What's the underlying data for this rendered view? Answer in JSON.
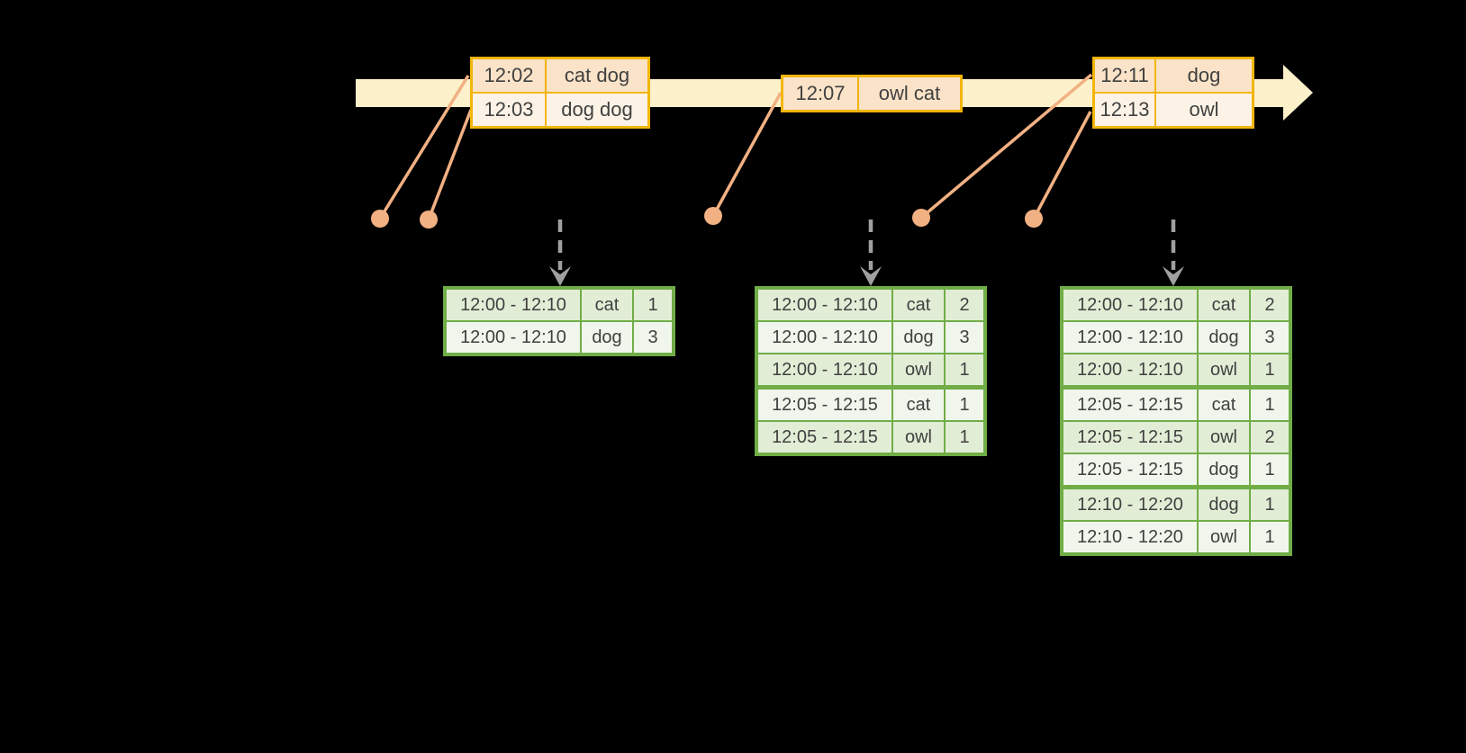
{
  "colors": {
    "background": "#000000",
    "timeline_band": "#FCF1CB",
    "input_border": "#F2B50A",
    "input_row_dark": "#FAE3C8",
    "input_row_light": "#FCF3E6",
    "connector": "#F2B183",
    "result_border": "#70AD47",
    "result_row_dark": "#E2EDD6",
    "result_row_light": "#F1F6EC",
    "trigger_arrow": "#A0A0A0",
    "text": "#404040"
  },
  "input_tables": [
    {
      "name": "input-batch-1",
      "rows": [
        [
          "12:02",
          "cat dog"
        ],
        [
          "12:03",
          "dog dog"
        ]
      ]
    },
    {
      "name": "input-batch-2",
      "rows": [
        [
          "12:07",
          "owl cat"
        ]
      ]
    },
    {
      "name": "input-batch-3",
      "rows": [
        [
          "12:11",
          "dog"
        ],
        [
          "12:13",
          "owl"
        ]
      ]
    }
  ],
  "result_tables": [
    {
      "name": "result-table-1",
      "rows": [
        [
          "12:00 - 12:10",
          "cat",
          "1"
        ],
        [
          "12:00 - 12:10",
          "dog",
          "3"
        ]
      ],
      "group_breaks": []
    },
    {
      "name": "result-table-2",
      "rows": [
        [
          "12:00 - 12:10",
          "cat",
          "2"
        ],
        [
          "12:00 - 12:10",
          "dog",
          "3"
        ],
        [
          "12:00 - 12:10",
          "owl",
          "1"
        ],
        [
          "12:05 - 12:15",
          "cat",
          "1"
        ],
        [
          "12:05 - 12:15",
          "owl",
          "1"
        ]
      ],
      "group_breaks": [
        3
      ]
    },
    {
      "name": "result-table-3",
      "rows": [
        [
          "12:00 - 12:10",
          "cat",
          "2"
        ],
        [
          "12:00 - 12:10",
          "dog",
          "3"
        ],
        [
          "12:00 - 12:10",
          "owl",
          "1"
        ],
        [
          "12:05 - 12:15",
          "cat",
          "1"
        ],
        [
          "12:05 - 12:15",
          "owl",
          "2"
        ],
        [
          "12:05 - 12:15",
          "dog",
          "1"
        ],
        [
          "12:10 - 12:20",
          "dog",
          "1"
        ],
        [
          "12:10 - 12:20",
          "owl",
          "1"
        ]
      ],
      "group_breaks": [
        3,
        6
      ]
    }
  ]
}
